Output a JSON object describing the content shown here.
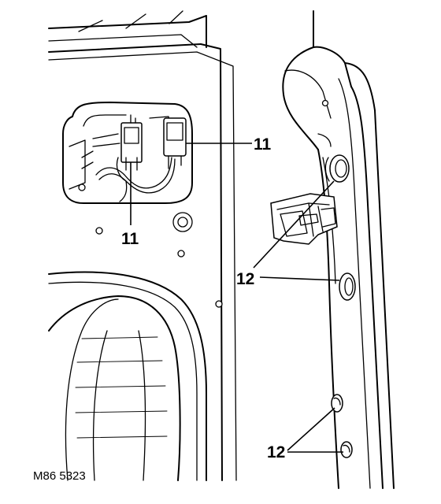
{
  "callouts": {
    "c11_right": "11",
    "c11_bottom": "11",
    "c12_middle": "12",
    "c12_bottom": "12"
  },
  "figure_ref": "M86 5323"
}
